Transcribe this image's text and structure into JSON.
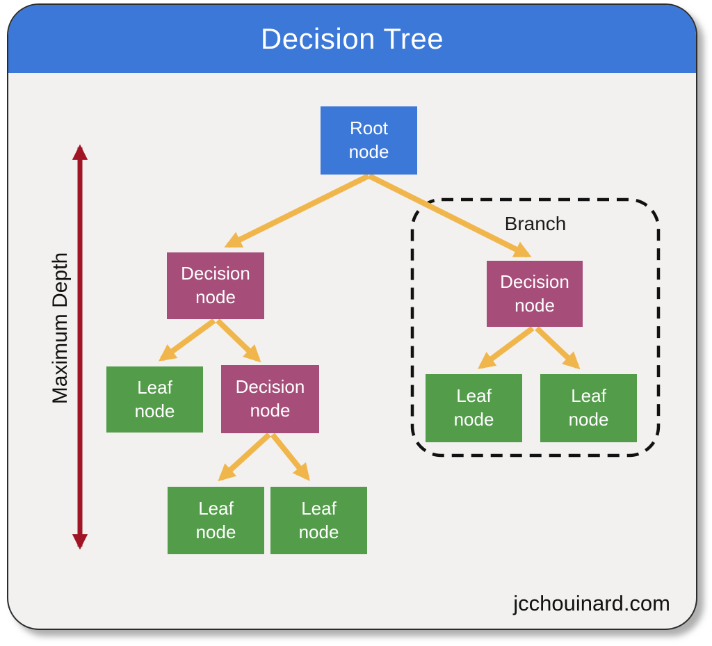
{
  "title": "Decision Tree",
  "branch": {
    "label": "Branch"
  },
  "axis": {
    "label": "Maximum Depth"
  },
  "watermark": "jcchouinard.com",
  "tree": {
    "root": {
      "line1": "Root",
      "line2": "node"
    },
    "decision_left": {
      "line1": "Decision",
      "line2": "node"
    },
    "leaf_left": {
      "line1": "Leaf",
      "line2": "node"
    },
    "decision_mid": {
      "line1": "Decision",
      "line2": "node"
    },
    "leaf_bottom_left": {
      "line1": "Leaf",
      "line2": "node"
    },
    "leaf_bottom_right": {
      "line1": "Leaf",
      "line2": "node"
    },
    "decision_branch": {
      "line1": "Decision",
      "line2": "node"
    },
    "leaf_branch_left": {
      "line1": "Leaf",
      "line2": "node"
    },
    "leaf_branch_right": {
      "line1": "Leaf",
      "line2": "node"
    }
  },
  "colors": {
    "header_and_root_blue": "#3c78d8",
    "decision_plum": "#a64d79",
    "leaf_green": "#539c4a",
    "edge_arrow_orange": "#f0b64b",
    "depth_arrow_red": "#a11425",
    "card_background": "#f2f1ef"
  }
}
